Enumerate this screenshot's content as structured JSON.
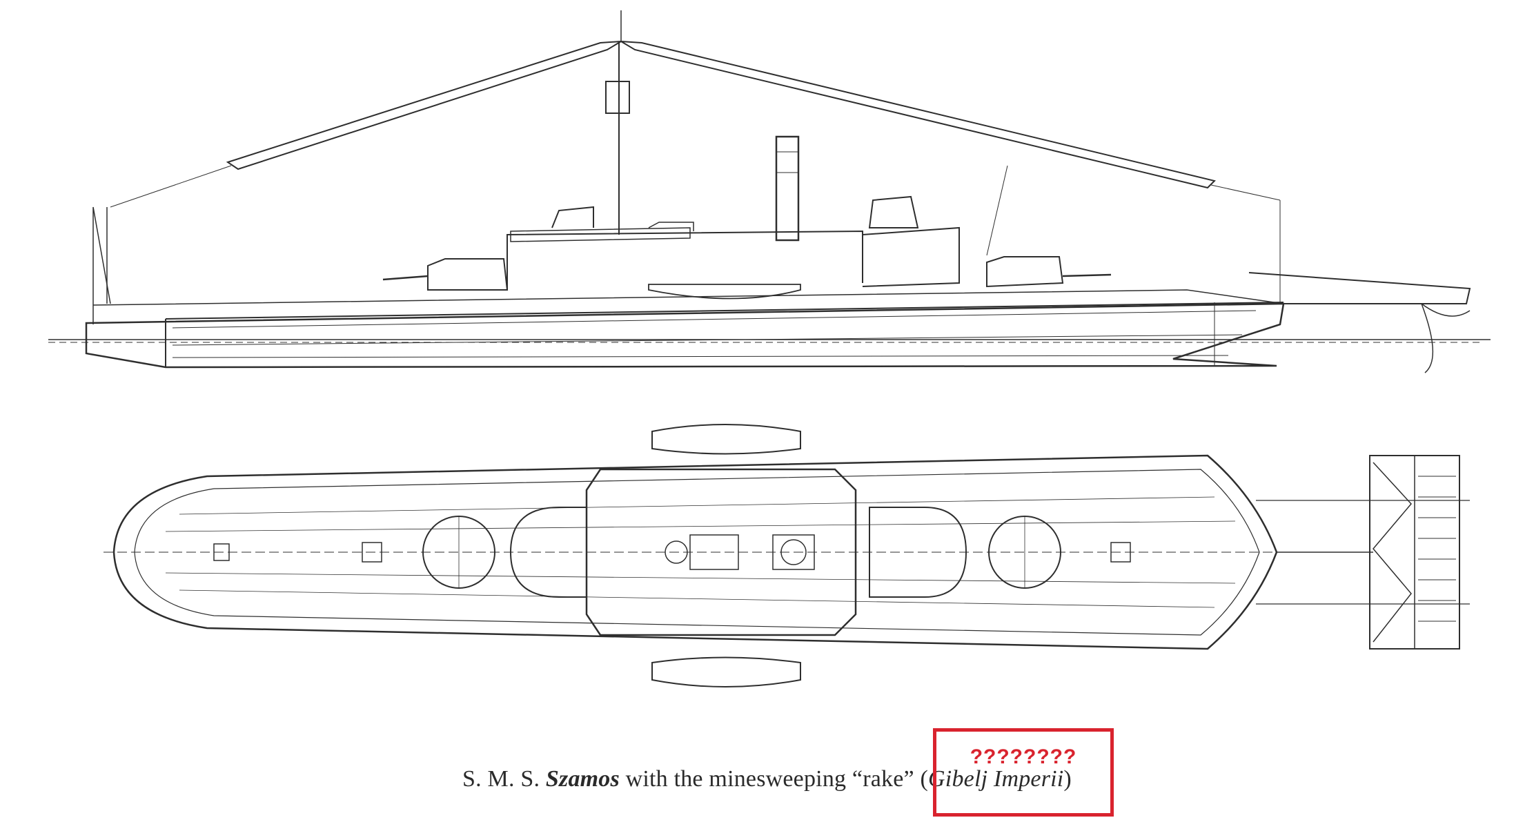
{
  "figure": {
    "illustration": "ship-plan-icon",
    "line_color": "#2e2e2e",
    "annotation_color": "#d9232e"
  },
  "caption": {
    "prefix": "S. M. S. ",
    "ship_name": "Szamos",
    "middle": " with the minesweeping “rake” ",
    "source_open": "(",
    "source": "Gibelj Imperii",
    "source_close": ")"
  },
  "annotation": {
    "label": "????????"
  }
}
